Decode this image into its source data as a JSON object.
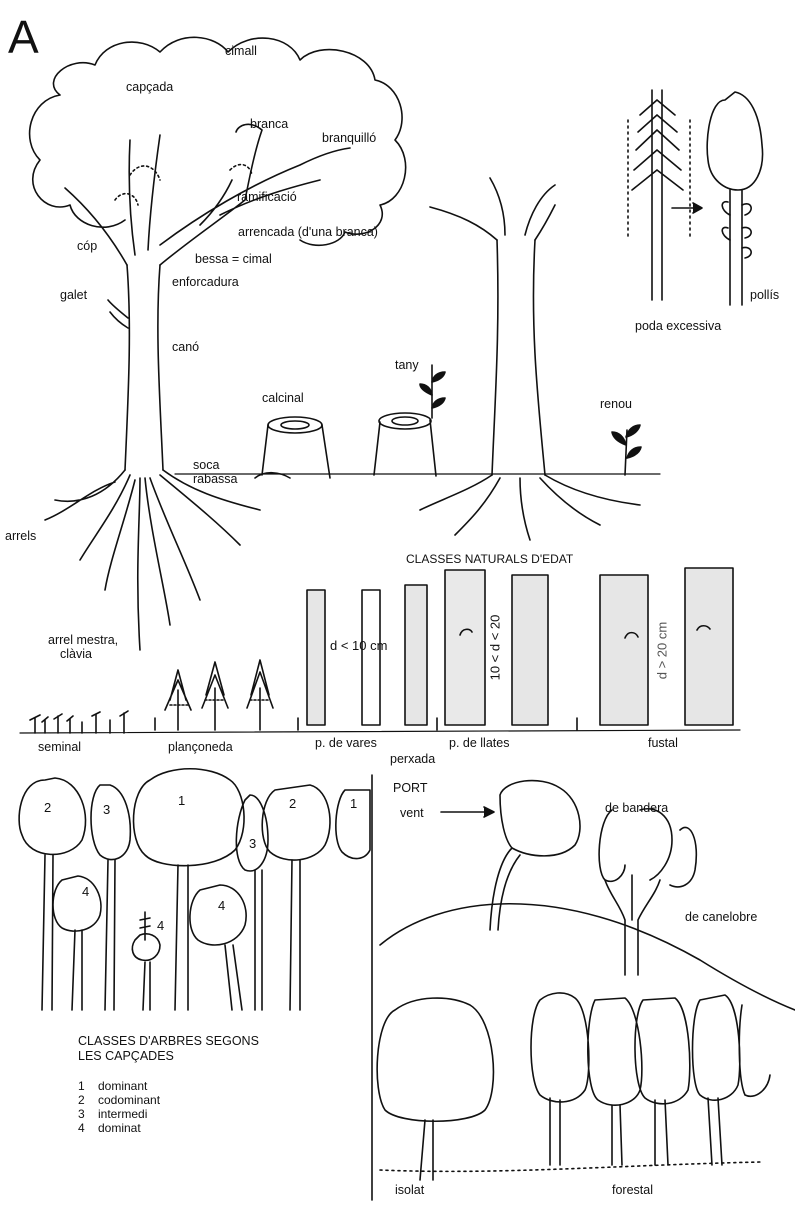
{
  "figure_letter": "A",
  "tree_anatomy": {
    "cimall": "cimall",
    "capcada": "capçada",
    "branca": "branca",
    "branquillo": "branquilló",
    "ramificacio": "ramificació",
    "arrencada": "arrencada (d'una branca)",
    "cop": "cóp",
    "bessa": "bessa = cimal",
    "enforcadura": "enforcadura",
    "galet": "galet",
    "cano": "canó",
    "soca": "soca",
    "rabassa": "rabassa",
    "arrels": "arrels",
    "arrel_mestra_1": "arrel mestra,",
    "arrel_mestra_2": "clàvia"
  },
  "stumps": {
    "calcinal": "calcinal",
    "tany": "tany",
    "renou": "renou"
  },
  "pruning": {
    "pollis": "pollís",
    "poda_excessiva": "poda excessiva"
  },
  "age_classes": {
    "title": "CLASSES NATURALS D'EDAT",
    "d_small": "d < 10 cm",
    "d_mid": "10 < d < 20",
    "d_large": "d > 20 cm",
    "stages": [
      "seminal",
      "plançoneda",
      "p. de vares",
      "perxada",
      "p. de llates",
      "fustal"
    ]
  },
  "crown_classes": {
    "tree_numbers": [
      "2",
      "3",
      "1",
      "3",
      "2",
      "1",
      "4",
      "4",
      "4"
    ],
    "caption_1": "CLASSES D'ARBRES SEGONS",
    "caption_2": "LES CAPÇADES",
    "legend": [
      {
        "num": "1",
        "label": "dominant"
      },
      {
        "num": "2",
        "label": "codominant"
      },
      {
        "num": "3",
        "label": "intermedi"
      },
      {
        "num": "4",
        "label": "dominat"
      }
    ]
  },
  "port": {
    "title": "PORT",
    "vent": "vent",
    "de_bandera": "de bandera",
    "de_canelobre": "de canelobre",
    "isolat": "isolat",
    "forestal": "forestal"
  }
}
